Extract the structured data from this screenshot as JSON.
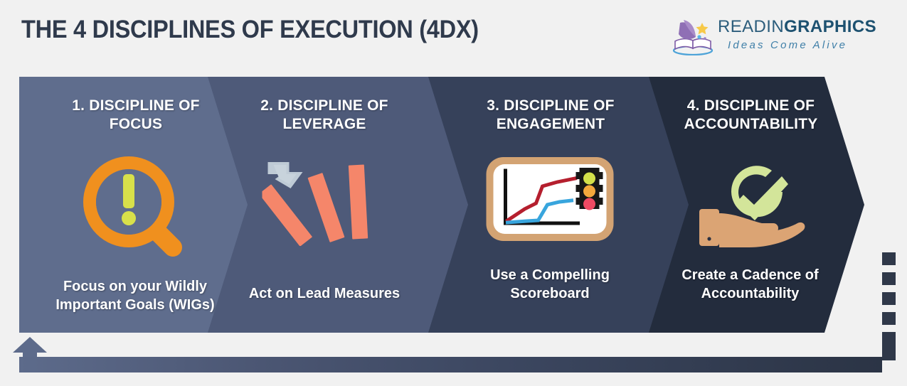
{
  "header": {
    "title": "THE 4 DISCIPLINES OF EXECUTION (4DX)",
    "logo": {
      "name_part1": "READIN",
      "name_part2": "GRAPHICS",
      "tagline": "Ideas Come Alive",
      "mark_icon": "open-book-with-stars-icon"
    }
  },
  "disciplines": [
    {
      "title": "1. DISCIPLINE OF FOCUS",
      "caption": "Focus on your Wildly Important Goals (WIGs)",
      "icon": "magnifying-glass-exclamation-icon",
      "panel_color": "#5f6d8d",
      "icon_colors": {
        "ring": "#f0901e",
        "mark": "#d8e04a",
        "lens": "#5f6d8d"
      }
    },
    {
      "title": "2. DISCIPLINE OF LEVERAGE",
      "caption": "Act on Lead Measures",
      "icon": "falling-dominoes-icon",
      "panel_color": "#4e5a79",
      "icon_colors": {
        "domino": "#f5866a",
        "arrow": "#bfcbd6"
      }
    },
    {
      "title": "3. DISCIPLINE OF ENGAGEMENT",
      "caption": "Use a Compelling Scoreboard",
      "icon": "scoreboard-chart-traffic-light-icon",
      "panel_color": "#36415a",
      "icon_colors": {
        "frame": "#d3a373",
        "board": "#ffffff",
        "line_red": "#b51f2e",
        "line_blue": "#38a5dd",
        "light_green": "#d3e04a",
        "light_amber": "#f4a83c",
        "light_red": "#ef4a63",
        "housing": "#171717"
      }
    },
    {
      "title": "4. DISCIPLINE OF ACCOUNTABILITY",
      "caption": "Create a Cadence of Accountability",
      "icon": "hand-holding-check-circle-icon",
      "panel_color": "#232c3d",
      "icon_colors": {
        "hand": "#dba474",
        "check": "#d3e59a"
      }
    }
  ],
  "footer": {
    "arrow_icon": "up-arrow-icon",
    "rail_label": "progress-rail",
    "dash_count": 4,
    "rail_gradient_start": "#5d6b8b",
    "rail_gradient_end": "#2b3445"
  },
  "palette": {
    "background": "#f1f1f1",
    "title_color": "#2f3a4c",
    "logo_blue": "#1d5170",
    "logo_tag_blue": "#3f7fa8"
  }
}
